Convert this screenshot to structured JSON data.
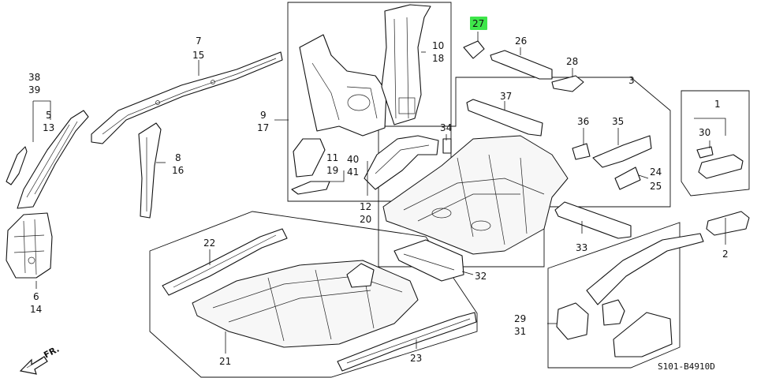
{
  "callouts": {
    "c1": "1",
    "c2": "2",
    "c3": "3",
    "c5": "5",
    "c6": "6",
    "c7": "7",
    "c8": "8",
    "c9": "9",
    "c10": "10",
    "c11": "11",
    "c12": "12",
    "c13": "13",
    "c14": "14",
    "c15": "15",
    "c16": "16",
    "c17": "17",
    "c18": "18",
    "c19": "19",
    "c20": "20",
    "c21": "21",
    "c22": "22",
    "c23": "23",
    "c24": "24",
    "c25": "25",
    "c26": "26",
    "c27": "27",
    "c28": "28",
    "c29": "29",
    "c30": "30",
    "c31": "31",
    "c32": "32",
    "c33": "33",
    "c34": "34",
    "c35": "35",
    "c36": "36",
    "c37": "37",
    "c38": "38",
    "c39": "39",
    "c40": "40",
    "c41": "41"
  },
  "highlight": {
    "callout": "27",
    "color": "#3ee64a"
  },
  "direction_label": "FR.",
  "diagram_code": "S101-B4910D"
}
